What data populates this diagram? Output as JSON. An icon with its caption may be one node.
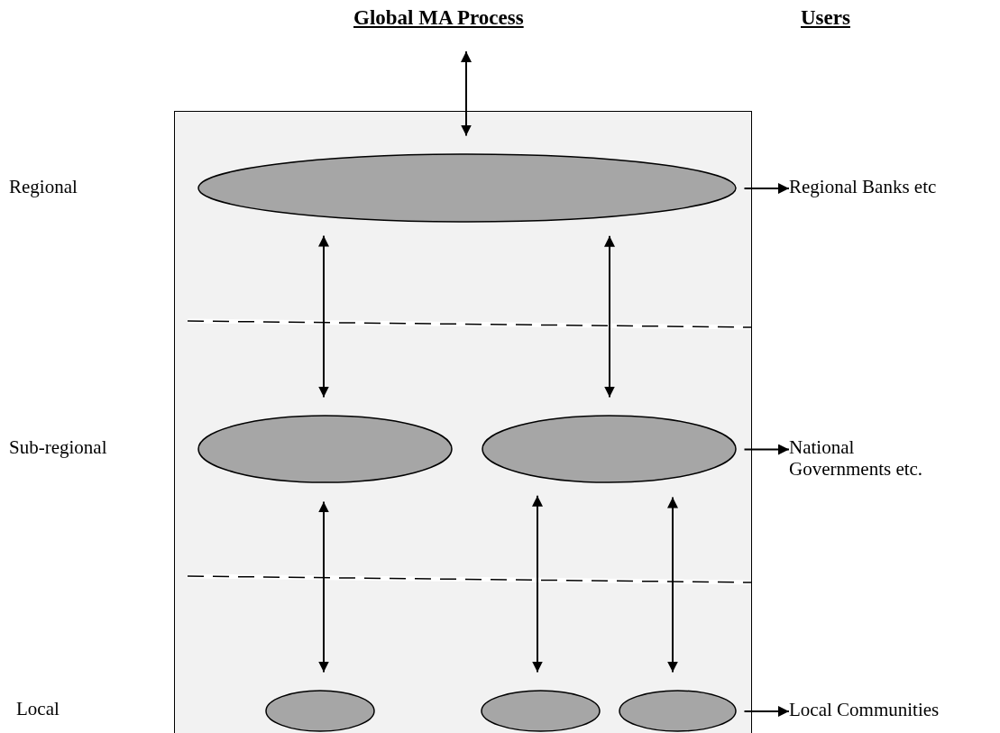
{
  "diagram": {
    "title": "Global MA Process",
    "nodes": [
      {
        "text": [],
        "shape": "box"
      },
      {
        "text": [],
        "shape": "circle",
        "in": 0
      },
      {
        "text": [],
        "shape": "circle",
        "in": 0
      },
      {
        "text": [],
        "shape": "circle",
        "in": 0
      },
      {
        "text": [],
        "shape": "circle",
        "in": 0
      },
      {
        "text": [],
        "shape": "circle",
        "in": 0
      },
      {
        "text": [],
        "shape": "circle",
        "in": 0
      },
      {
        "text": [
          "Regional Banks etc"
        ]
      },
      {
        "text": [
          "National Governments etc."
        ]
      },
      {
        "text": [
          "Local Communities"
        ]
      }
    ],
    "edges": [
      {
        "from": null,
        "to": 1,
        "arrow": "both"
      },
      {
        "from": 1,
        "to": 2,
        "arrow": "both"
      },
      {
        "from": 1,
        "to": 3,
        "arrow": "both"
      },
      {
        "from": 2,
        "to": 4,
        "arrow": "both"
      },
      {
        "from": 3,
        "to": 5,
        "arrow": "both"
      },
      {
        "from": 3,
        "to": 6,
        "arrow": "both"
      },
      {
        "from": 1,
        "to": 7,
        "arrow": "to"
      },
      {
        "from": 3,
        "to": 8,
        "arrow": "to"
      },
      {
        "from": 6,
        "to": 9,
        "arrow": "to"
      }
    ],
    "labels": [
      "Users",
      "Regional",
      "Sub-regional",
      "Local"
    ]
  }
}
